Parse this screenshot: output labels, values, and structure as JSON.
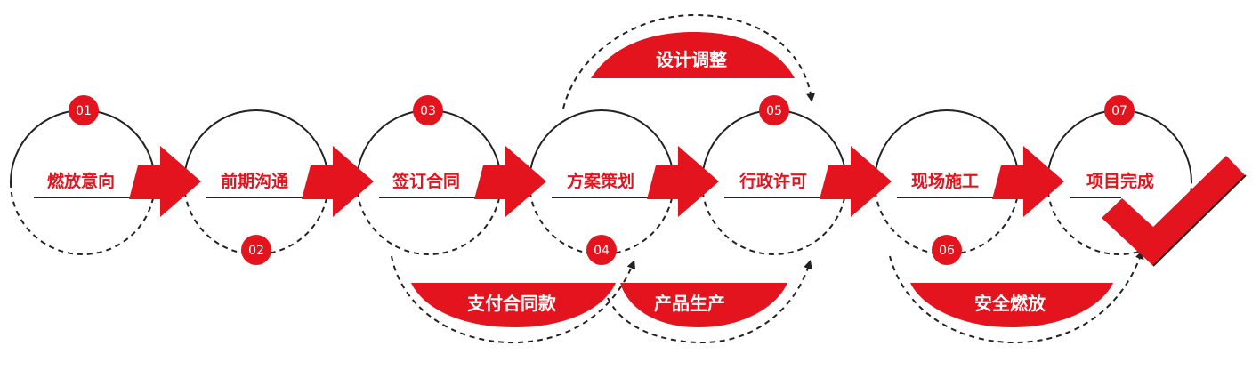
{
  "colors": {
    "accent": "#e4141f",
    "line": "#222222",
    "label_text": "#e4141f",
    "badge_text": "#ffffff",
    "banner_text": "#ffffff"
  },
  "steps": [
    {
      "number": "01",
      "label": "燃放意向"
    },
    {
      "number": "02",
      "label": "前期沟通"
    },
    {
      "number": "03",
      "label": "签订合同"
    },
    {
      "number": "04",
      "label": "方案策划"
    },
    {
      "number": "05",
      "label": "行政许可"
    },
    {
      "number": "06",
      "label": "现场施工"
    },
    {
      "number": "07",
      "label": "项目完成"
    }
  ],
  "side_steps": {
    "design_adjust": "设计调整",
    "pay_contract": "支付合同款",
    "production": "产品生产",
    "safe_fireworks": "安全燃放"
  },
  "icons": {
    "arrow": "arrow-right-icon",
    "finish": "checkmark-icon"
  }
}
